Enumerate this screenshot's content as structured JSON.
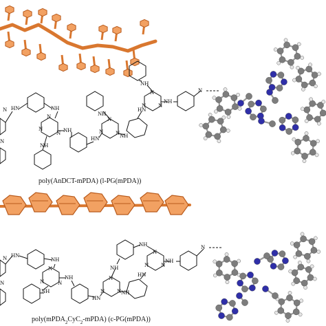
{
  "captions": {
    "linear": "poly(AnDCT-mPDA) (l-PG(mPDA))",
    "cyclic": "poly(mPDA2CyC2-mPDA) (c-PG(mPDA))"
  },
  "labels": {
    "n": "N",
    "nh": "NH",
    "hn": "HN",
    "end": "N"
  },
  "colors": {
    "backbone": "#d9772f",
    "ring_fill": "#f2a162",
    "ring_stroke": "#b85a1c",
    "carbon": "#7d7d7d",
    "nitrogen": "#2f2fa8",
    "hydrogen": "#e6e6e6",
    "structure_line": "#111111"
  }
}
